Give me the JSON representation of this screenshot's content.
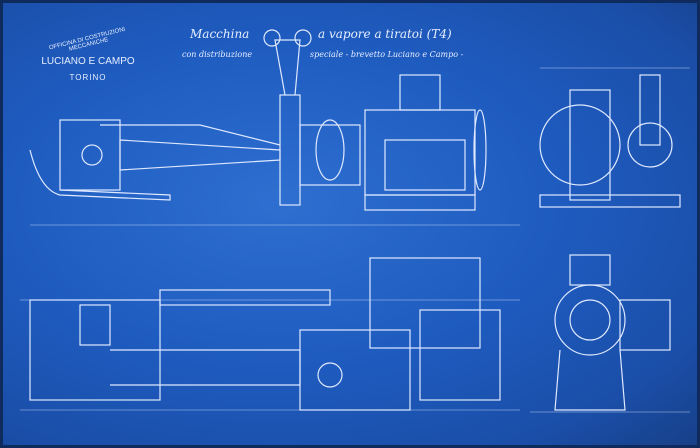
{
  "maker": {
    "line1": "OFFICINA DI COSTRUZIONI MECCANICHE",
    "line2": "LUCIANO E CAMPO",
    "line3": "TORINO"
  },
  "title": {
    "line1a": "Macchina",
    "line1b": "a vapore a tiratoi (T4)",
    "line2a": "con distribuzione",
    "line2b": "speciale - brevetto Luciano e Campo -"
  }
}
